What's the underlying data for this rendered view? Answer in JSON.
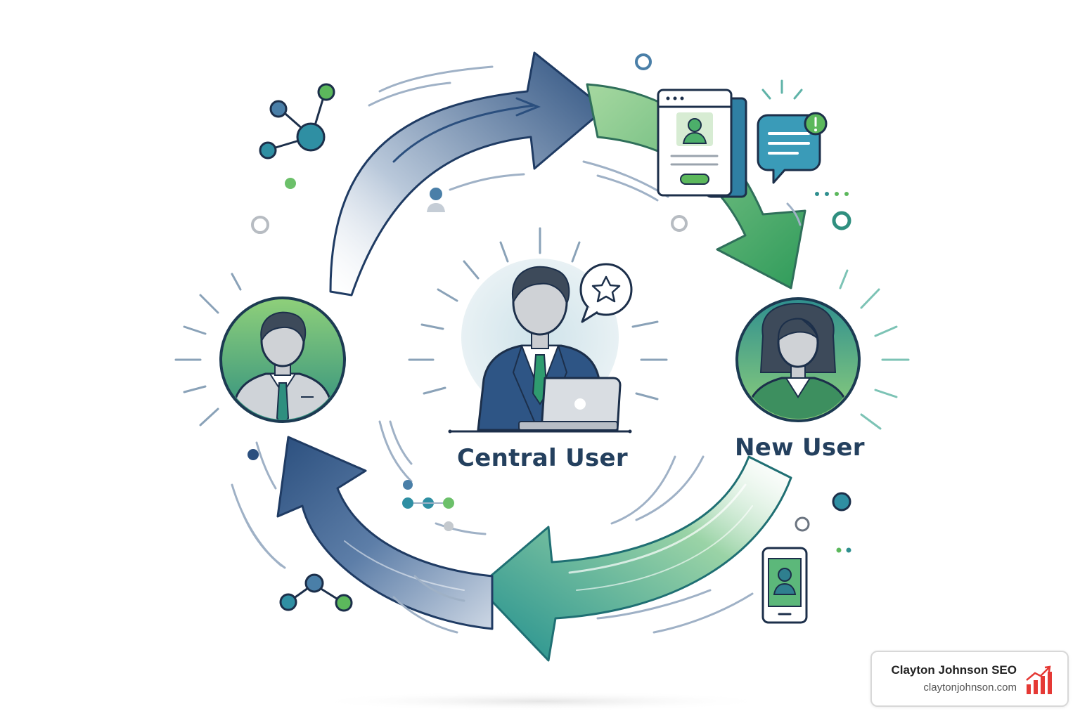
{
  "labels": {
    "central_user": "Central User",
    "new_user": "New User"
  },
  "brand": {
    "name": "Clayton Johnson SEO",
    "url": "claytonjohnson.com",
    "icon": "bar-chart-growth-icon"
  },
  "colors": {
    "navy": "#2b4f7e",
    "teal": "#2f8f8f",
    "green": "#5cb85c",
    "text": "#24405e",
    "brand_red": "#e53935"
  },
  "icons": [
    "network-node-icon",
    "profile-card-icon",
    "chat-alert-icon",
    "star-speech-bubble-icon",
    "laptop-icon",
    "smartphone-user-icon"
  ]
}
